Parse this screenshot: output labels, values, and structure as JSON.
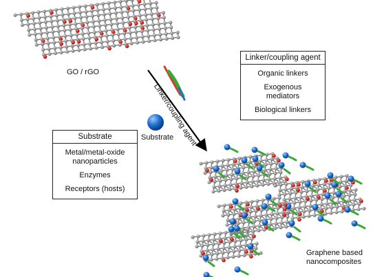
{
  "go_label": "GO / rGO",
  "linker_arrow_label": "Linker/coupling agent",
  "substrate_label": "Substrate",
  "linker_box": {
    "title": "Linker/coupling agent",
    "items": [
      "Organic linkers",
      "Exogenous mediators",
      "Biological linkers"
    ]
  },
  "substrate_box": {
    "title": "Substrate",
    "items": [
      "Metal/metal-oxide nanoparticles",
      "Enzymes",
      "Receptors (hosts)"
    ]
  },
  "product_label": "Graphene based nanocomposites",
  "colors": {
    "carbon": "#8c8c8c",
    "oxygen": "#d01010",
    "hydrogen": "#e8e8e8",
    "substrate_sphere": "#1e6fd0",
    "linker_green": "#3aa835",
    "linker_red": "#d63a2a",
    "linker_blue": "#2a6cd6"
  }
}
